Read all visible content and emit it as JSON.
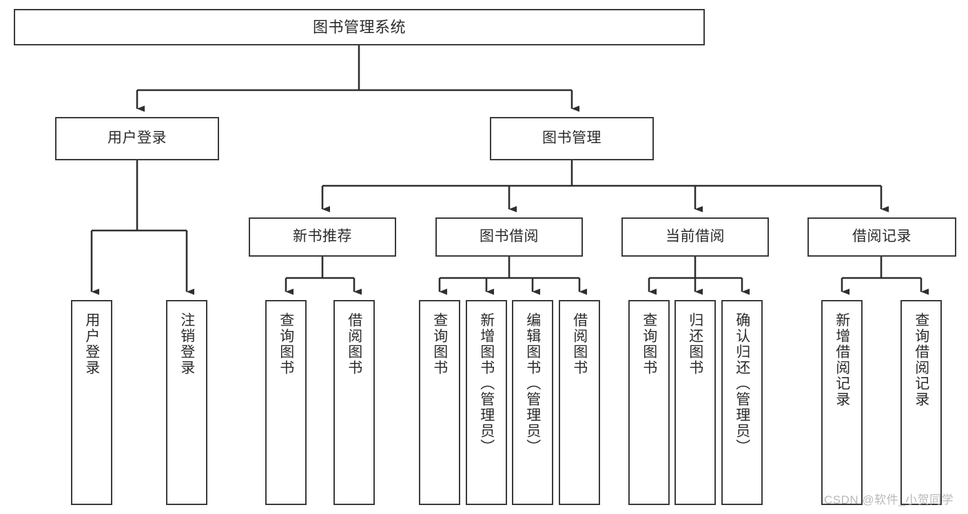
{
  "diagram": {
    "kind": "function-structure-tree",
    "title": "图书管理系统",
    "colors": {
      "background": "#ffffff",
      "node_border": "#3a3a3a",
      "node_fill": "#ffffff",
      "edge": "#2f2f2f",
      "text": "#2b2b2b",
      "watermark": "#b9b9b9"
    },
    "watermark": "CSDN @软件_小贺同学",
    "nodes": {
      "root": {
        "label": "图书管理系统"
      },
      "level2": [
        {
          "label": "用户登录"
        },
        {
          "label": "图书管理"
        }
      ],
      "level3": [
        {
          "label": "新书推荐"
        },
        {
          "label": "图书借阅"
        },
        {
          "label": "当前借阅"
        },
        {
          "label": "借阅记录"
        }
      ],
      "leaves": {
        "user_login": [
          {
            "label": "用户登录"
          },
          {
            "label": "注销登录"
          }
        ],
        "new_book_recommend": [
          {
            "label": "查询图书"
          },
          {
            "label": "借阅图书"
          }
        ],
        "book_borrow": [
          {
            "label": "查询图书"
          },
          {
            "label": "新增图书（管理员）"
          },
          {
            "label": "编辑图书（管理员）"
          },
          {
            "label": "借阅图书"
          }
        ],
        "current_borrow": [
          {
            "label": "查询图书"
          },
          {
            "label": "归还图书"
          },
          {
            "label": "确认归还（管理员）"
          }
        ],
        "borrow_record": [
          {
            "label": "新增借阅记录"
          },
          {
            "label": "查询借阅记录"
          }
        ]
      }
    }
  }
}
